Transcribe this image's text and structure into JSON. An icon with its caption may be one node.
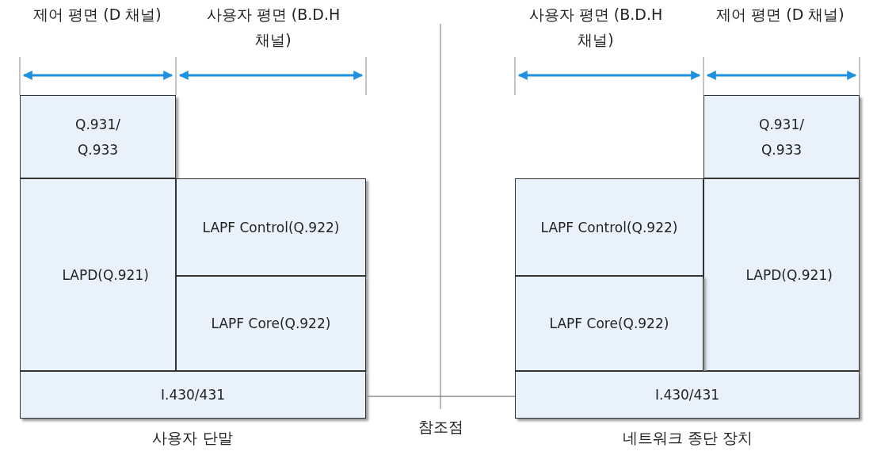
{
  "diagram": {
    "nodes": [
      {
        "text": [
          "Q.931/ Q.933"
        ]
      },
      {
        "text": [
          "LAPD(Q.921)"
        ]
      },
      {
        "text": [
          "LAPF Control(Q.922)"
        ]
      },
      {
        "text": [
          "LAPF Core(Q.922)"
        ]
      },
      {
        "text": [
          "I.430/431"
        ]
      },
      {
        "text": [
          "Q.931/ Q.933"
        ]
      },
      {
        "text": [
          "LAPF Control(Q.922)"
        ]
      },
      {
        "text": [
          "LAPD(Q.921)"
        ]
      },
      {
        "text": [
          "LAPF Core(Q.922)"
        ]
      },
      {
        "text": [
          "I.430/431"
        ]
      }
    ],
    "edges": [
      {
        "from": 4,
        "to": 9,
        "arrow": "none"
      }
    ],
    "labels": [
      "제어 평면 (D 채널)",
      "사용자 평면 (B.D.H 채널)",
      "사용자 평면 (B.D.H 채널)",
      "제어 평면 (D 채널)",
      "참조점",
      "사용자 단말",
      "네트워크 종단 장치"
    ]
  }
}
